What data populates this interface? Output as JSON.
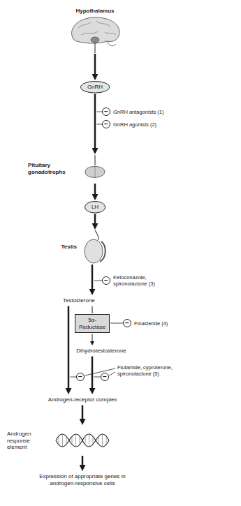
{
  "diagram": {
    "nodes": [
      {
        "text": [
          "Hypothalamus"
        ]
      },
      {
        "text": [
          "GnRH"
        ]
      },
      {
        "text": [
          "Pituitary gonadotrophs"
        ]
      },
      {
        "text": [
          "LH"
        ]
      },
      {
        "text": [
          "Testis"
        ]
      },
      {
        "text": [
          "Testosterone"
        ]
      },
      {
        "text": [
          "5α-Reductase"
        ]
      },
      {
        "text": [
          "Dihydrotestosterone"
        ]
      },
      {
        "text": [
          "Androgen-receptor complex"
        ]
      },
      {
        "text": [
          "Androgen response element"
        ]
      },
      {
        "text": [
          "Expression of appropriate genes in androgen-responsive cells"
        ]
      }
    ],
    "edges": [
      {
        "from": 0,
        "to": 1,
        "arrow": "to"
      },
      {
        "from": 1,
        "to": 2,
        "arrow": "to"
      },
      {
        "from": 2,
        "to": 3,
        "arrow": "to"
      },
      {
        "from": 3,
        "to": 4,
        "arrow": "to"
      },
      {
        "from": 4,
        "to": 5,
        "arrow": "to"
      },
      {
        "from": 5,
        "to": 8,
        "arrow": "to"
      },
      {
        "from": 5,
        "to": 6,
        "arrow": "none"
      },
      {
        "from": 6,
        "to": 7,
        "arrow": "to"
      },
      {
        "from": 7,
        "to": 8,
        "arrow": "to"
      },
      {
        "from": 8,
        "to": 9,
        "arrow": "to"
      },
      {
        "from": 9,
        "to": 10,
        "arrow": "to"
      }
    ],
    "labels": [
      "−",
      "GnRH antagonists (1)",
      "−",
      "GnRH agonists (2)",
      "−",
      "Ketoconazole, spironolactone (3)",
      "−",
      "Finasteride (4)",
      "Flutamide, cyproterone, spironolactone (5)",
      "−",
      "−"
    ]
  }
}
